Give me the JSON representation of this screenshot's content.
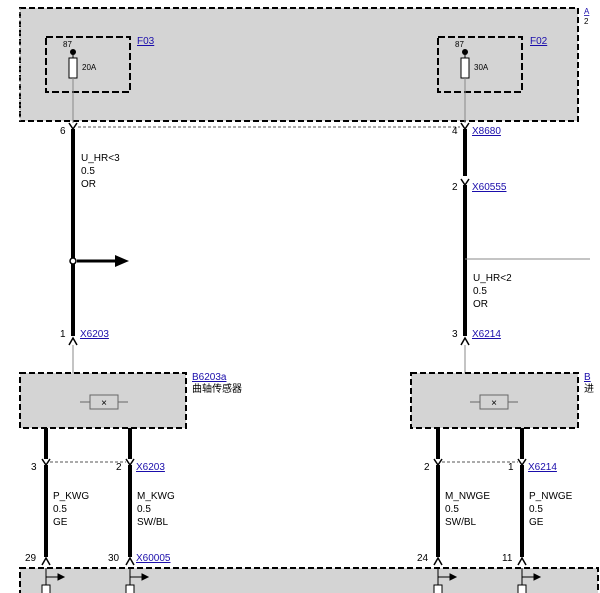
{
  "fuses": [
    {
      "id": "F03",
      "terminal": "87",
      "rating": "20A"
    },
    {
      "id": "F02",
      "terminal": "87",
      "rating": "30A"
    }
  ],
  "connectors_left": {
    "top_pin": "6",
    "wire": {
      "name": "U_HR<3",
      "size": "0.5",
      "color": "OR"
    },
    "x6203": {
      "pin": "1",
      "label": "X6203"
    }
  },
  "connectors_right": {
    "x8680": {
      "pin": "4",
      "label": "X8680"
    },
    "x60555": {
      "pin": "2",
      "label": "X60555"
    },
    "wire": {
      "name": "U_HR<2",
      "size": "0.5",
      "color": "OR"
    },
    "x6214": {
      "pin": "3",
      "label": "X6214"
    }
  },
  "sensor_left": {
    "id": "B6203a",
    "name": "曲轴传感器"
  },
  "sensor_right": {
    "id_fragment": "B",
    "name_fragment": "进"
  },
  "top_right_fragments": {
    "a": "A",
    "b": "2"
  },
  "lower_left": {
    "pin_a": "3",
    "pin_b": "2",
    "connector": "X6203",
    "wire_a": {
      "name": "P_KWG",
      "size": "0.5",
      "color": "GE"
    },
    "wire_b": {
      "name": "M_KWG",
      "size": "0.5",
      "color": "SW/BL"
    },
    "bottom_pin_a": "29",
    "bottom_pin_b": "30",
    "bottom_connector": "X60005"
  },
  "lower_right": {
    "pin_a": "2",
    "pin_b": "1",
    "connector": "X6214",
    "wire_a": {
      "name": "M_NWGE",
      "size": "0.5",
      "color": "SW/BL"
    },
    "wire_b": {
      "name": "P_NWGE",
      "size": "0.5",
      "color": "GE"
    },
    "bottom_pin_a": "24",
    "bottom_pin_b": "11"
  },
  "colors": {
    "module_fill": "#d4d4d4",
    "wire": "#000000",
    "link": "#1a0dab"
  }
}
